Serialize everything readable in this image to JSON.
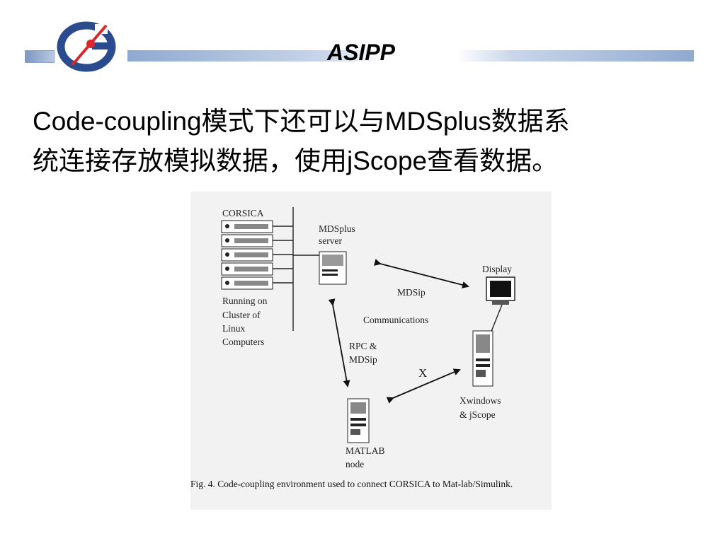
{
  "header": {
    "title": "ASIPP",
    "logo_icon": "asipp-logo-icon",
    "accent_color": "#2a4b8d",
    "logo_red": "#d9262b"
  },
  "content": {
    "line1": "Code-coupling模式下还可以与MDSplus数据系",
    "line2": "统连接存放模拟数据，使用jScope查看数据。"
  },
  "figure": {
    "labels": {
      "corsica": "CORSICA",
      "mdsplus_server_1": "MDSplus",
      "mdsplus_server_2": "server",
      "display": "Display",
      "mdsip": "MDSip",
      "communications": "Communications",
      "running_1": "Running on",
      "running_2": "Cluster of",
      "running_3": "Linux",
      "running_4": "Computers",
      "rpc_1": "RPC &",
      "rpc_2": "MDSip",
      "x_link": "X",
      "xwindows_1": "Xwindows",
      "xwindows_2": "& jScope",
      "matlab_1": "MATLAB",
      "matlab_2": "node"
    },
    "caption": "Fig. 4. Code-coupling environment used to connect CORSICA to Mat-lab/Simulink."
  }
}
